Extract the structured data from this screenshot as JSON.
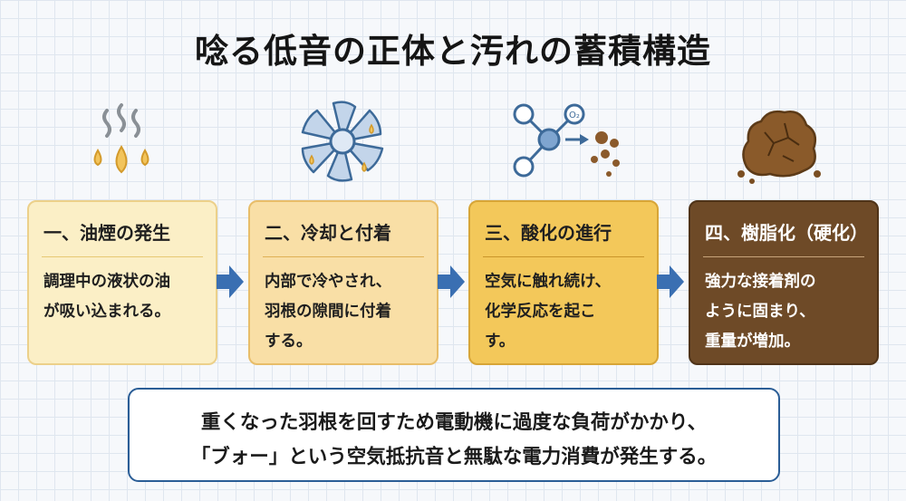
{
  "title": "唸る低音の正体と汚れの蓄積構造",
  "stages": [
    {
      "heading": "一、油煙の発生",
      "body": "調理中の液状の油\nが吸い込まれる。",
      "icon": "oil-drops-icon"
    },
    {
      "heading": "二、冷却と付着",
      "body": "内部で冷やされ、\n羽根の隙間に付着\nする。",
      "icon": "fan-icon"
    },
    {
      "heading": "三、酸化の進行",
      "body": "空気に触れ続け、\n化学反応を起こ\nす。",
      "icon": "oxidation-molecule-icon"
    },
    {
      "heading": "四、樹脂化（硬化）",
      "body": "強力な接着剤の\nように固まり、\n重量が増加。",
      "icon": "hardened-grease-icon"
    }
  ],
  "summary": {
    "line1": "重くなった羽根を回すため電動機に過度な負荷がかかり、",
    "line2": "「ブォー」という空気抵抗音と無駄な電力消費が発生する。"
  },
  "molecule_label": "O₂",
  "colors": {
    "arrow": "#3a6fb2",
    "card1": "#fbefc6",
    "card2": "#f9dfa6",
    "card3": "#f3c85a",
    "card4": "#6e4a27",
    "summary_border": "#2a5d96"
  }
}
